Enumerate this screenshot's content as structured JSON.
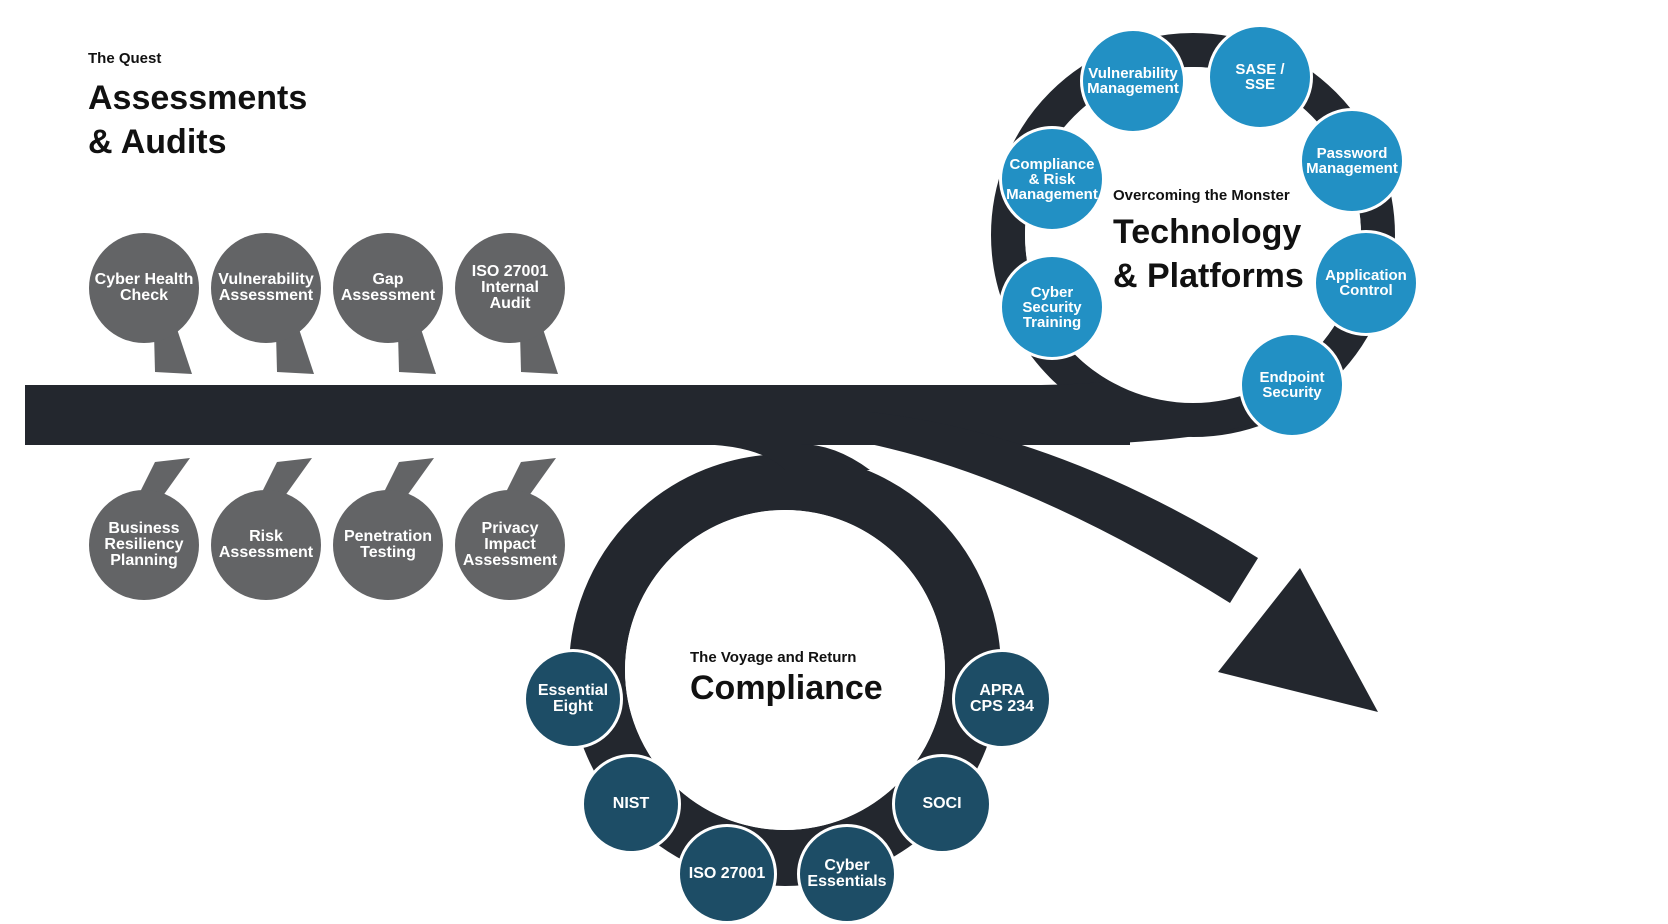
{
  "quest": {
    "subtitle": "The Quest",
    "title_line1": "Assessments",
    "title_line2": "& Audits",
    "items_top": [
      "Cyber Health\nCheck",
      "Vulnerability\nAssessment",
      "Gap\nAssessment",
      "ISO 27001\nInternal\nAudit"
    ],
    "items_bottom": [
      "Business\nResiliency\nPlanning",
      "Risk\nAssessment",
      "Penetration\nTesting",
      "Privacy\nImpact\nAssessment"
    ]
  },
  "monster": {
    "subtitle": "Overcoming the Monster",
    "title_line1": "Technology",
    "title_line2": "& Platforms",
    "items": [
      "Vulnerability\nManagement",
      "SASE /\nSSE",
      "Password\nManagement",
      "Application\nControl",
      "Endpoint\nSecurity",
      "Cyber\nSecurity\nTraining",
      "Compliance\n& Risk\nManagement"
    ]
  },
  "voyage": {
    "subtitle": "The Voyage and Return",
    "title": "Compliance",
    "items": [
      "Essential\nEight",
      "NIST",
      "ISO 27001",
      "Cyber\nEssentials",
      "SOCI",
      "APRA\nCPS 234"
    ]
  },
  "colors": {
    "track": "#23272e",
    "grey_node": "#636466",
    "blue_node": "#2290c4",
    "teal_node": "#1d4d66"
  }
}
